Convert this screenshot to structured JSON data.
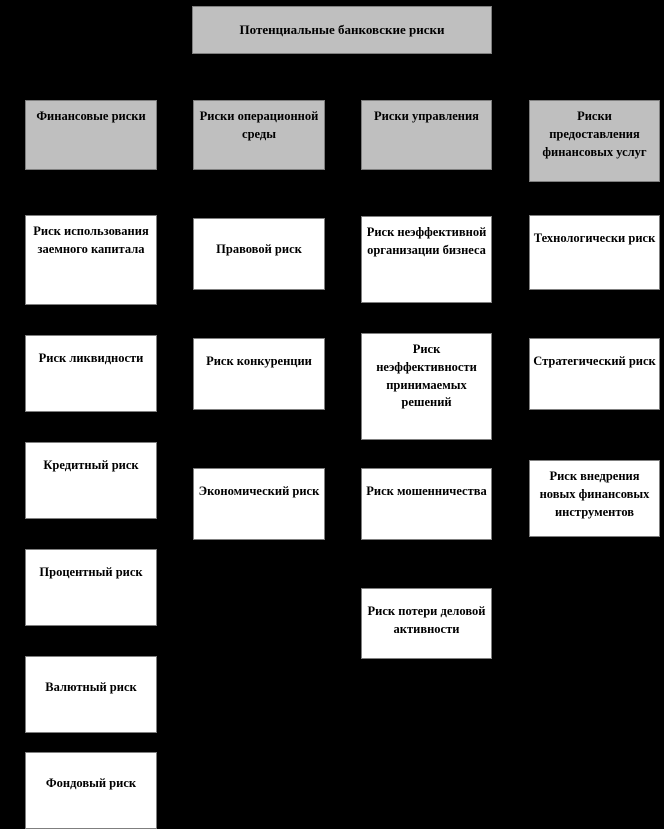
{
  "diagram": {
    "title": "Потенциальные банковские риски",
    "columns": [
      {
        "header": "Финансовые риски",
        "items": [
          "Риск использования заемного капитала",
          "Риск ликвидности",
          "Кредитный риск",
          "Процентный риск",
          "Валютный риск",
          "Фондовый риск"
        ]
      },
      {
        "header": "Риски операционной среды",
        "items": [
          "Правовой риск",
          "Риск конкуренции",
          "Экономический риск"
        ]
      },
      {
        "header": "Риски управления",
        "items": [
          "Риск неэффективной организации бизнеса",
          "Риск неэффективности принимаемых решений",
          "Риск мошенничества",
          "Риск потери деловой активности"
        ]
      },
      {
        "header": "Риски предоставления финансовых услуг",
        "items": [
          "Технологически риск",
          "Стратегический риск",
          "Риск внедрения новых финансовых инструментов"
        ]
      }
    ],
    "colors": {
      "background": "#000000",
      "header_fill": "#bfbfbf",
      "node_fill": "#ffffff",
      "border": "#7f7f7f",
      "text": "#000000"
    }
  }
}
